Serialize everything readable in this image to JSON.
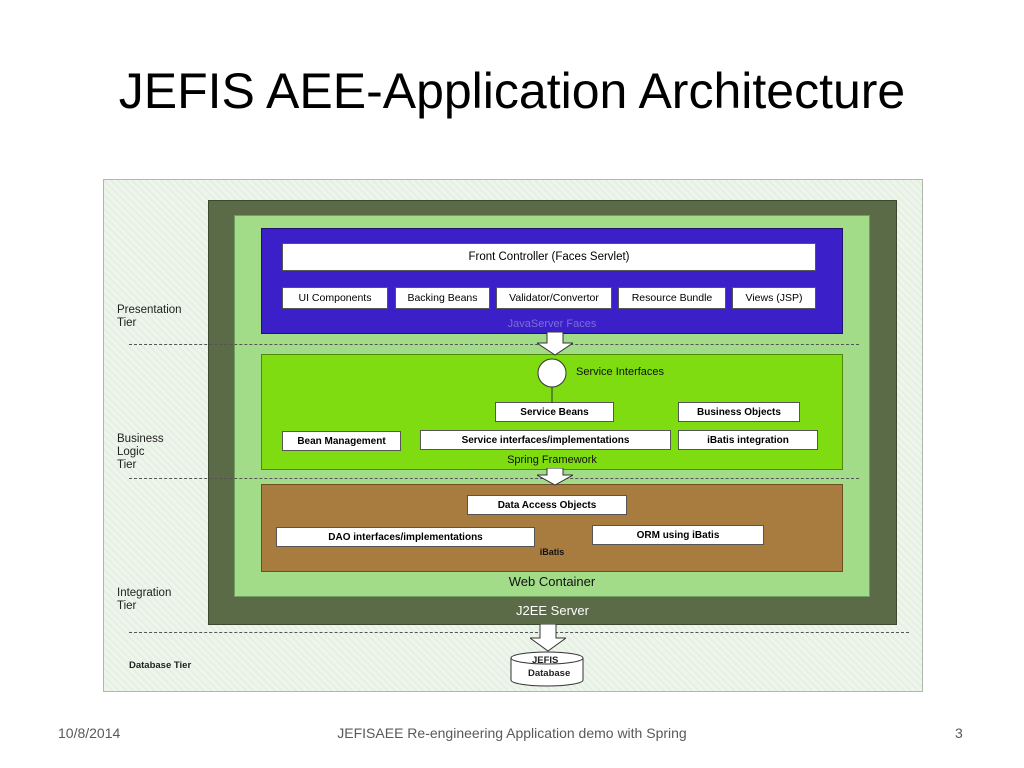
{
  "slide": {
    "title": "JEFIS AEE-Application Architecture",
    "footer_date": "10/8/2014",
    "footer_text": "JEFISAEE Re-engineering Application demo with Spring",
    "slide_number": "3"
  },
  "tiers": {
    "presentation": "Presentation\nTier",
    "business": "Business\nLogic\nTier",
    "integration": "Integration\nTier",
    "database": "Database Tier"
  },
  "jsf": {
    "front_controller": "Front Controller (Faces Servlet)",
    "items": [
      "UI Components",
      "Backing Beans",
      "Validator/Convertor",
      "Resource Bundle",
      "Views (JSP)"
    ],
    "label": "JavaServer Faces"
  },
  "spring": {
    "service_interfaces": "Service Interfaces",
    "service_beans": "Service Beans",
    "business_objects": "Business Objects",
    "bean_management": "Bean Management",
    "service_impls": "Service interfaces/implementations",
    "ibatis_integration": "iBatis integration",
    "label": "Spring Framework"
  },
  "ibatis": {
    "dao": "Data Access Objects",
    "dao_impls": "DAO interfaces/implementations",
    "orm": "ORM using iBatis",
    "label": "iBatis"
  },
  "containers": {
    "web": "Web Container",
    "j2ee": "J2EE Server"
  },
  "database": {
    "line1": "JEFIS",
    "line2": "Database"
  },
  "colors": {
    "jsf": "#3b1fc8",
    "spring": "#7fdc10",
    "ibatis": "#a87c3e",
    "web_container": "#a2dc88",
    "j2ee_server": "#5b6a47"
  }
}
